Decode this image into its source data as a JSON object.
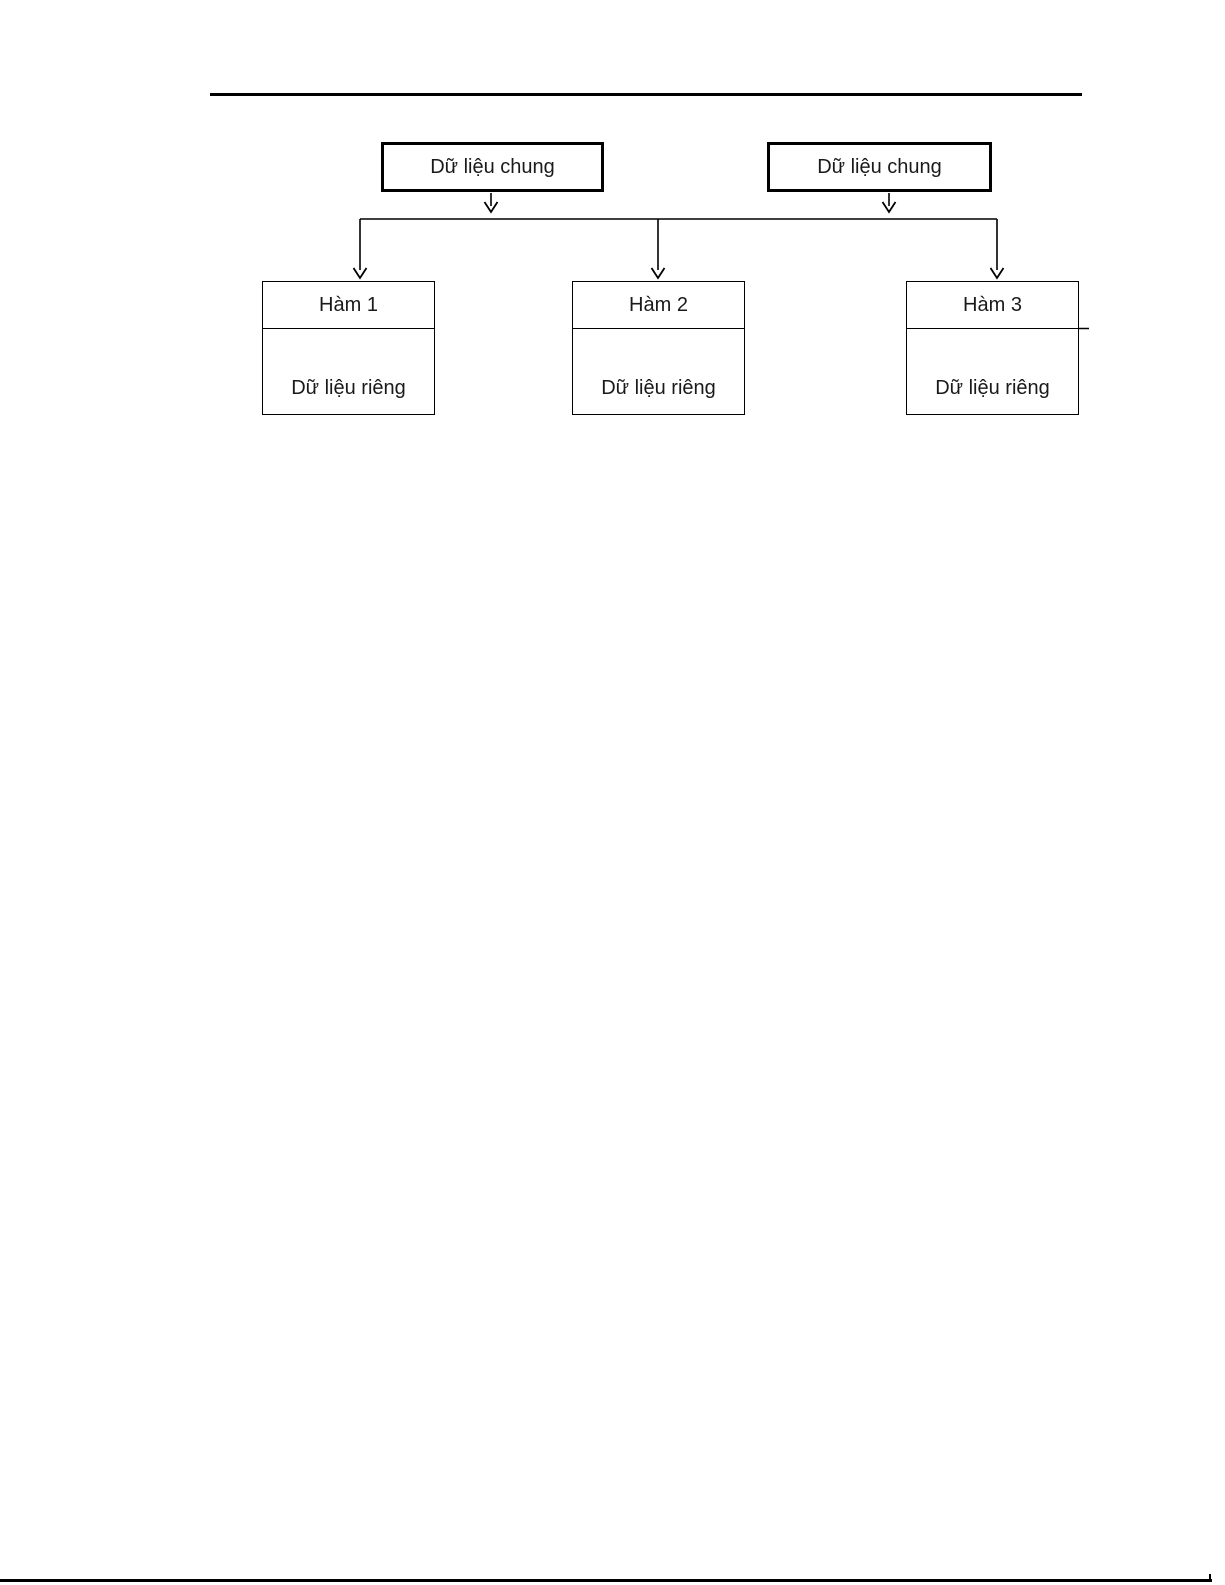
{
  "page": {
    "background_color": "#ffffff",
    "line_color": "#000000",
    "text_color": "#1a1a1a"
  },
  "diagram": {
    "shared_boxes": [
      {
        "label": "Dữ liệu chung"
      },
      {
        "label": "Dữ liệu chung"
      }
    ],
    "function_boxes": [
      {
        "title": "Hàm 1",
        "private_label": "Dữ liệu riêng"
      },
      {
        "title": "Hàm 2",
        "private_label": "Dữ liệu riêng"
      },
      {
        "title": "Hàm 3",
        "private_label": "Dữ liệu riêng"
      }
    ]
  }
}
